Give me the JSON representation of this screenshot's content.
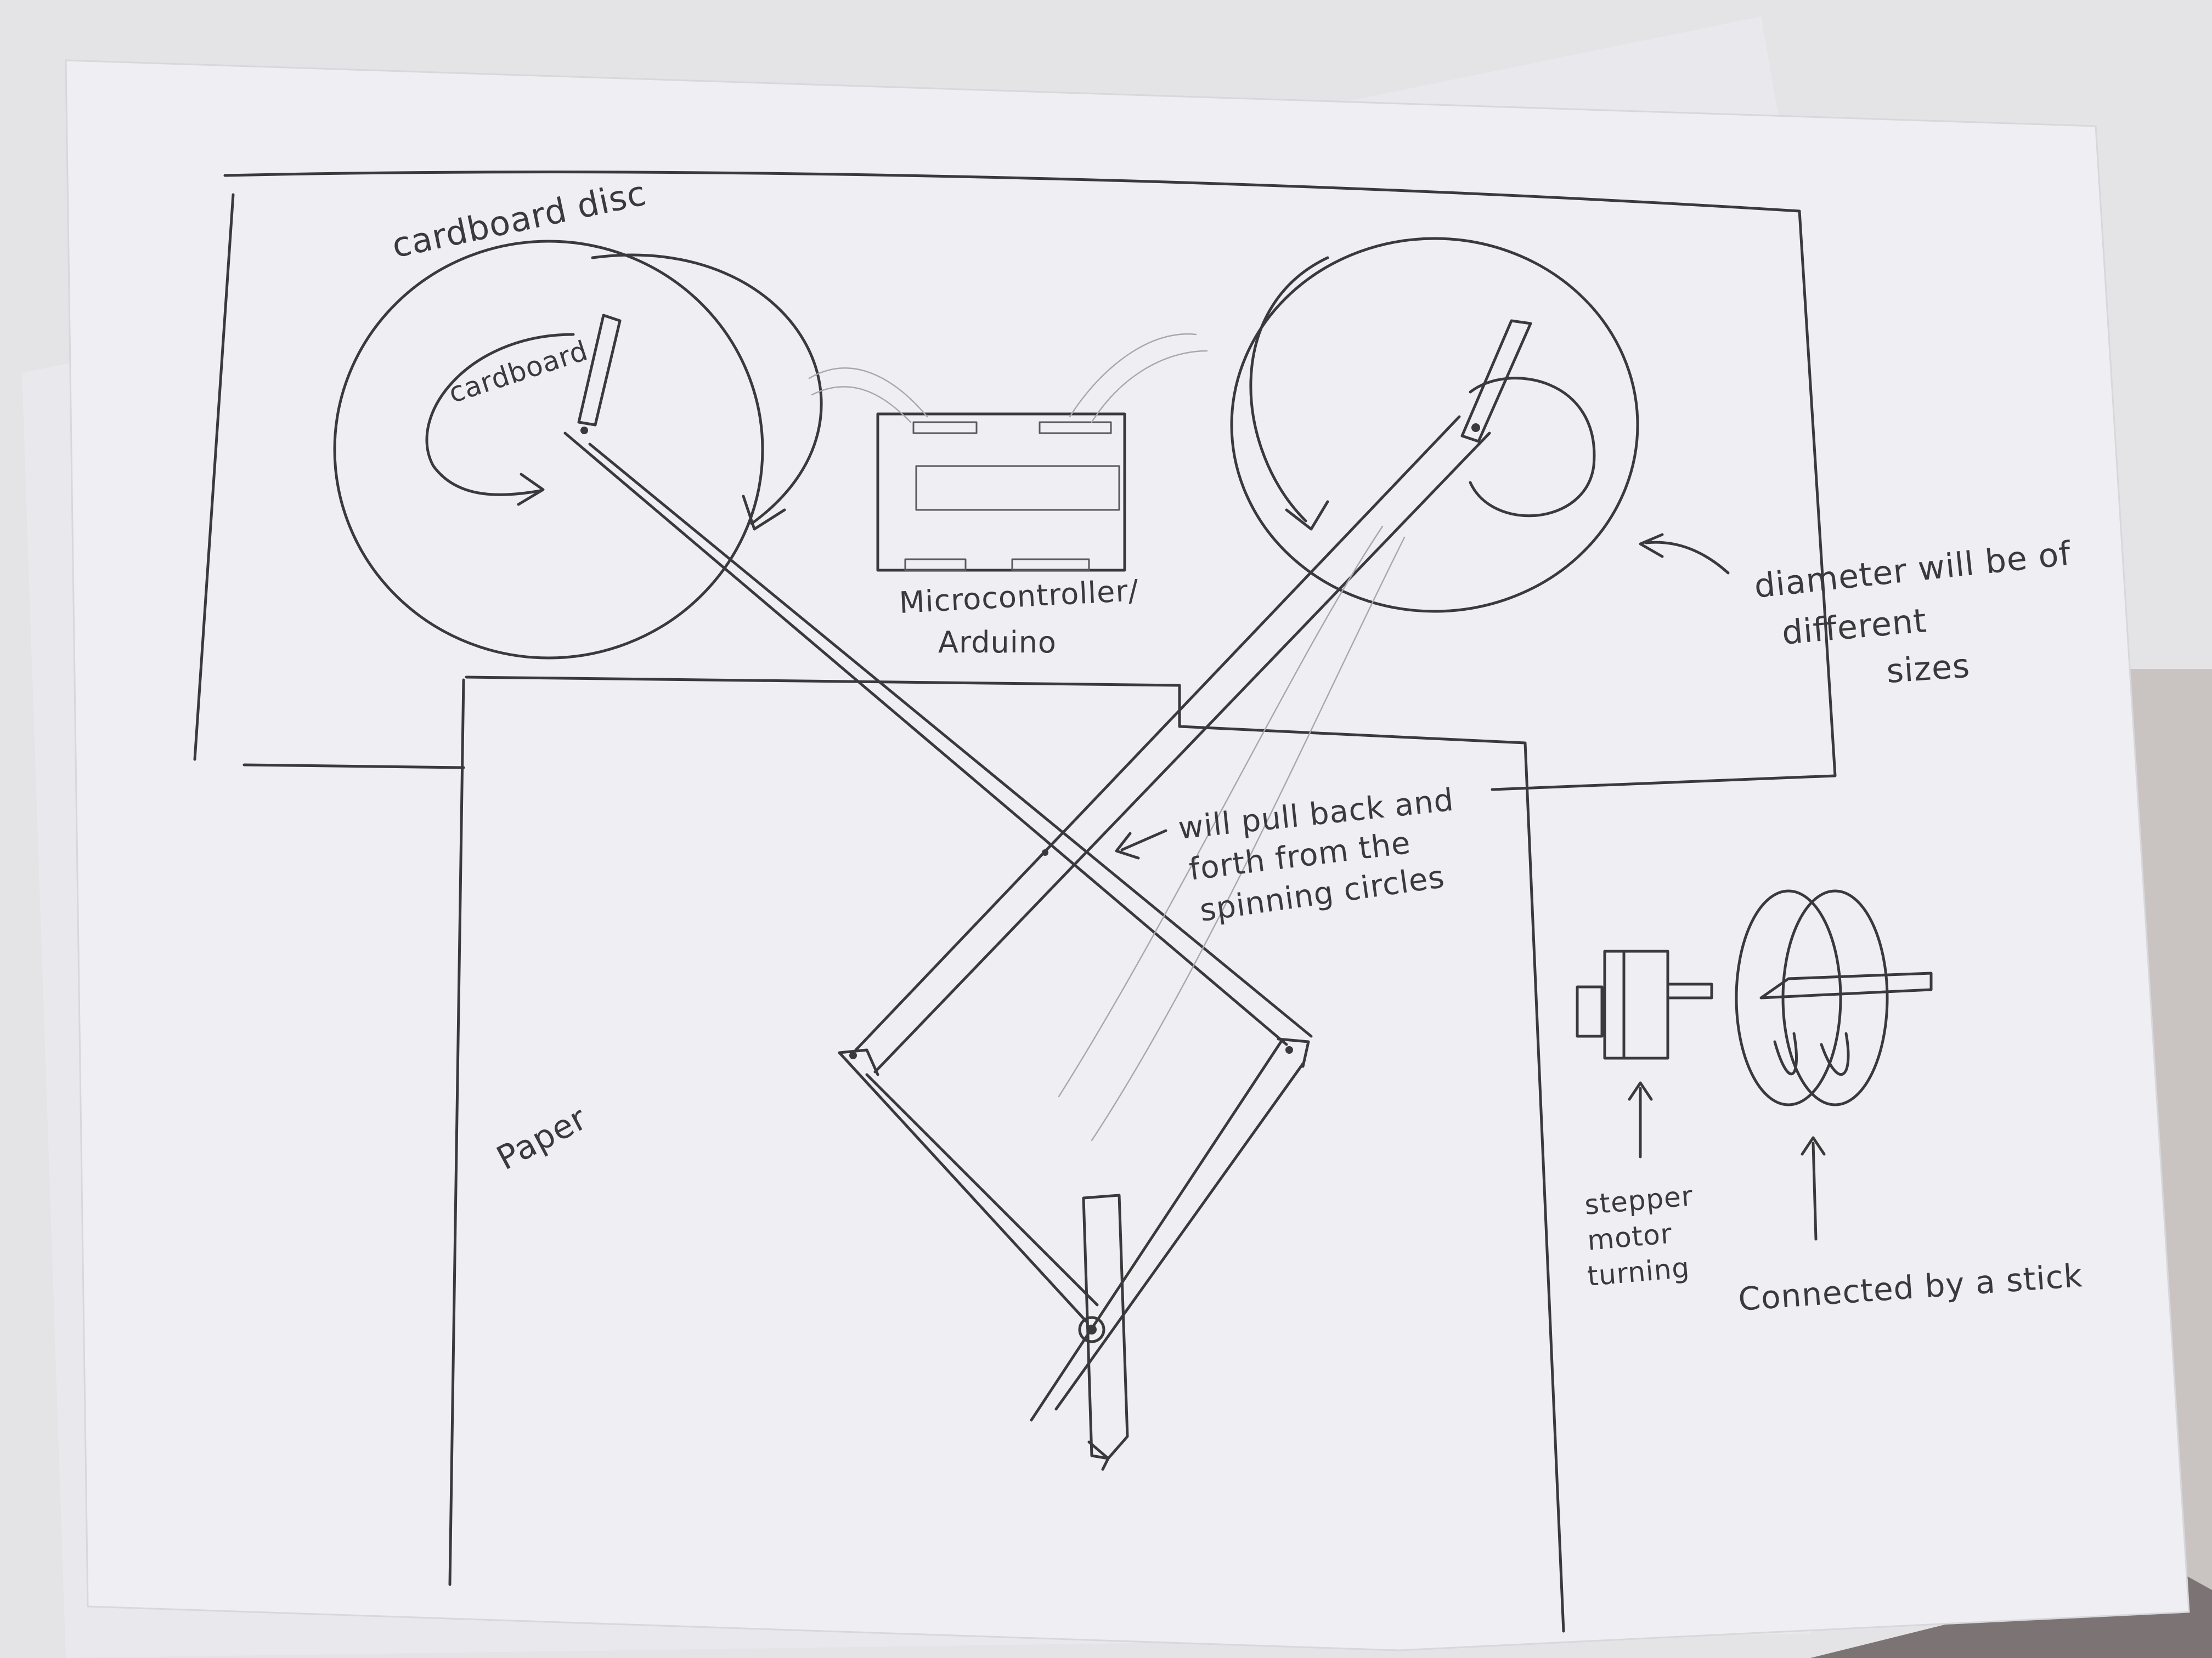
{
  "labels": {
    "cardboard_disc": "cardboard disc",
    "cardboard": "cardboard",
    "microcontroller_line1": "Microcontroller/",
    "microcontroller_line2": "Arduino",
    "diameter_line1": "diameter will be of",
    "diameter_line2": "different",
    "diameter_line3": "sizes",
    "pull_line1": "will pull back and",
    "pull_line2": "forth from the",
    "pull_line3": "spinning circles",
    "paper": "Paper",
    "stepper_line1": "stepper",
    "stepper_line2": "motor",
    "stepper_line3": "turning",
    "connected": "Connected by a stick"
  },
  "colors": {
    "table": "#ecebee",
    "paper": "#eeeef3",
    "ink": "#3a3a3c",
    "pencil_light": "#a9a8ae",
    "background_dark": "#8a8688"
  }
}
